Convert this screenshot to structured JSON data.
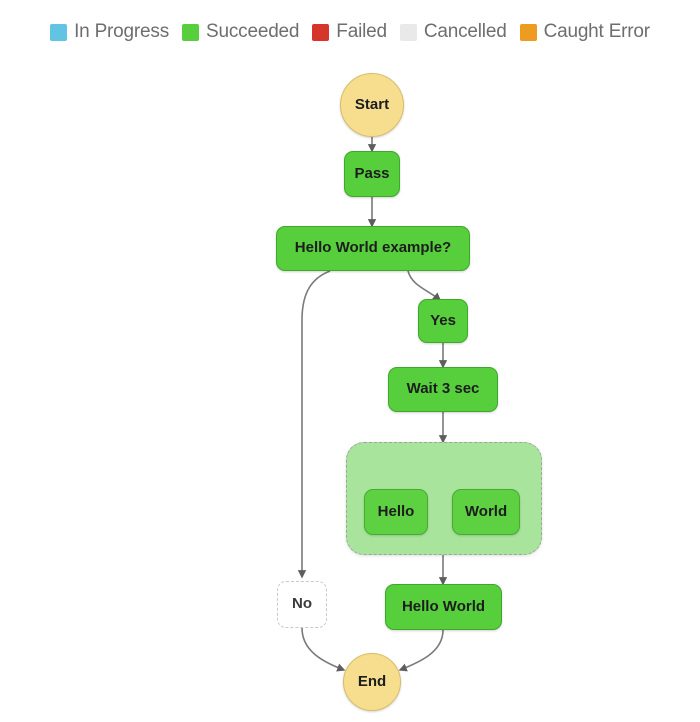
{
  "legend": {
    "items": [
      {
        "label": "In Progress",
        "color": "#62c4e3",
        "icon": "square-swatch-icon"
      },
      {
        "label": "Succeeded",
        "color": "#57cf3d",
        "icon": "square-swatch-icon"
      },
      {
        "label": "Failed",
        "color": "#d6352b",
        "icon": "square-swatch-icon"
      },
      {
        "label": "Cancelled",
        "color": "#e9e9e9",
        "icon": "square-swatch-icon"
      },
      {
        "label": "Caught Error",
        "color": "#ee9b22",
        "icon": "square-swatch-icon"
      }
    ]
  },
  "graph": {
    "nodes": [
      {
        "id": "start",
        "label": "Start",
        "status": "terminal",
        "shape": "circle"
      },
      {
        "id": "pass",
        "label": "Pass",
        "status": "succeeded",
        "shape": "rounded-rect"
      },
      {
        "id": "choice",
        "label": "Hello World example?",
        "status": "succeeded",
        "shape": "rounded-rect"
      },
      {
        "id": "yes",
        "label": "Yes",
        "status": "succeeded",
        "shape": "rounded-rect"
      },
      {
        "id": "wait",
        "label": "Wait 3 sec",
        "status": "succeeded",
        "shape": "rounded-rect"
      },
      {
        "id": "parallel",
        "label": "",
        "status": "succeeded",
        "shape": "parallel-container"
      },
      {
        "id": "hello",
        "label": "Hello",
        "status": "succeeded",
        "shape": "rounded-rect"
      },
      {
        "id": "world",
        "label": "World",
        "status": "succeeded",
        "shape": "rounded-rect"
      },
      {
        "id": "no",
        "label": "No",
        "status": "not-visited",
        "shape": "rounded-rect"
      },
      {
        "id": "helloworld",
        "label": "Hello World",
        "status": "succeeded",
        "shape": "rounded-rect"
      },
      {
        "id": "end",
        "label": "End",
        "status": "terminal",
        "shape": "circle"
      }
    ],
    "edges": [
      {
        "from": "start",
        "to": "pass"
      },
      {
        "from": "pass",
        "to": "choice"
      },
      {
        "from": "choice",
        "to": "yes"
      },
      {
        "from": "choice",
        "to": "no"
      },
      {
        "from": "yes",
        "to": "wait"
      },
      {
        "from": "wait",
        "to": "parallel"
      },
      {
        "from": "parallel",
        "to": "hello"
      },
      {
        "from": "parallel",
        "to": "world"
      },
      {
        "from": "parallel",
        "to": "helloworld"
      },
      {
        "from": "no",
        "to": "end"
      },
      {
        "from": "helloworld",
        "to": "end"
      }
    ]
  },
  "colors": {
    "edge": "#6b6b6b",
    "background": "#ffffff",
    "parallel_fill": "#a9e49c",
    "terminal_fill": "#f6de8e",
    "succeeded_fill": "#57cf3d"
  }
}
